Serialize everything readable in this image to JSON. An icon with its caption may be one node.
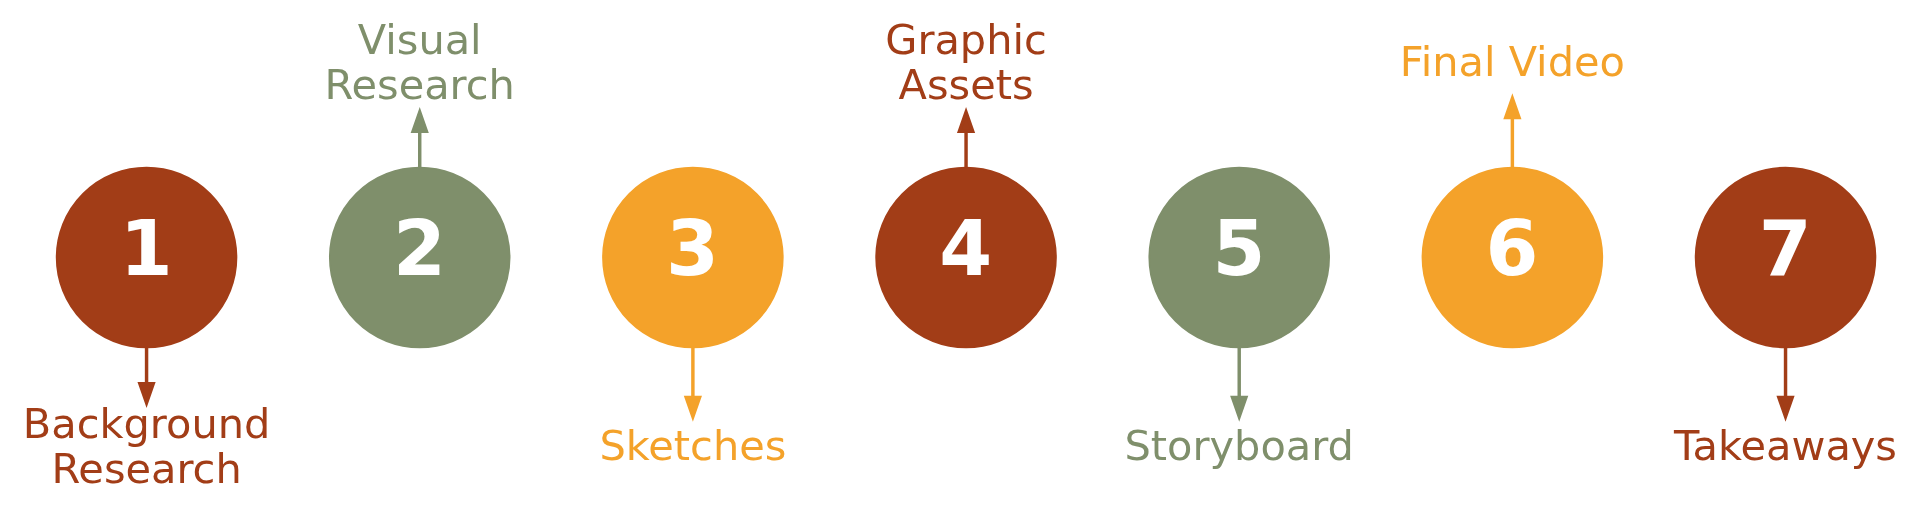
{
  "diagram": {
    "nodes": [
      {
        "text": [
          "1"
        ]
      },
      {
        "text": [
          "2"
        ]
      },
      {
        "text": [
          "3"
        ]
      },
      {
        "text": [
          "4"
        ]
      },
      {
        "text": [
          "5"
        ]
      },
      {
        "text": [
          "6"
        ]
      },
      {
        "text": [
          "7"
        ]
      },
      {
        "text": [
          "Background Research"
        ]
      },
      {
        "text": [
          "Visual Research"
        ]
      },
      {
        "text": [
          "Sketches"
        ]
      },
      {
        "text": [
          "Graphic Assets"
        ]
      },
      {
        "text": [
          "Storyboard"
        ]
      },
      {
        "text": [
          "Final Video"
        ]
      },
      {
        "text": [
          "Takeaways"
        ]
      }
    ],
    "edges": [
      {
        "from": 0,
        "to": 7,
        "arrow": "to"
      },
      {
        "from": 1,
        "to": 8,
        "arrow": "to",
        "color": "#7f8f6b"
      },
      {
        "from": 2,
        "to": 9,
        "arrow": "to",
        "color": "#f4a22a"
      },
      {
        "from": 3,
        "to": 10,
        "arrow": "to"
      },
      {
        "from": 4,
        "to": 11,
        "arrow": "to",
        "color": "#7f8f6b"
      },
      {
        "from": 5,
        "to": 12,
        "arrow": "to",
        "color": "#f4a22a"
      },
      {
        "from": 6,
        "to": 13,
        "arrow": "to"
      }
    ]
  }
}
